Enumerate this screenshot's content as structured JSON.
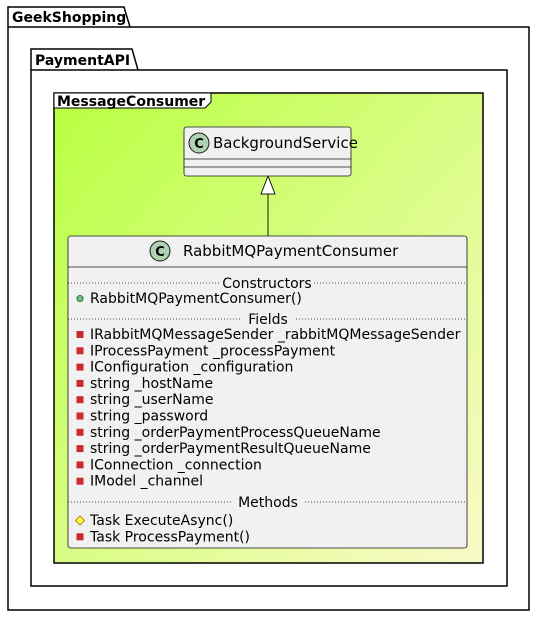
{
  "packages": {
    "outer": "GeekShopping",
    "inner": "PaymentAPI"
  },
  "frame": {
    "name": "MessageConsumer",
    "gradient_start": "#b8ff40",
    "gradient_end": "#fafac8"
  },
  "base_class": {
    "stereotype_letter": "C",
    "name": "BackgroundService"
  },
  "main_class": {
    "stereotype_letter": "C",
    "name": "RabbitMQPaymentConsumer",
    "sections": {
      "constructors": "Constructors",
      "fields": "Fields",
      "methods": "Methods"
    },
    "constructors": [
      {
        "visibility": "public",
        "text": "RabbitMQPaymentConsumer()"
      }
    ],
    "fields": [
      {
        "visibility": "private",
        "text": "IRabbitMQMessageSender _rabbitMQMessageSender"
      },
      {
        "visibility": "private",
        "text": "IProcessPayment _processPayment"
      },
      {
        "visibility": "private",
        "text": "IConfiguration _configuration"
      },
      {
        "visibility": "private",
        "text": "string _hostName"
      },
      {
        "visibility": "private",
        "text": "string _userName"
      },
      {
        "visibility": "private",
        "text": "string _password"
      },
      {
        "visibility": "private",
        "text": "string _orderPaymentProcessQueueName"
      },
      {
        "visibility": "private",
        "text": "string _orderPaymentResultQueueName"
      },
      {
        "visibility": "private",
        "text": "IConnection _connection"
      },
      {
        "visibility": "private",
        "text": "IModel _channel"
      }
    ],
    "methods": [
      {
        "visibility": "protected",
        "text": "Task ExecuteAsync()"
      },
      {
        "visibility": "private",
        "text": "Task ProcessPayment()"
      }
    ]
  },
  "colors": {
    "class_fill": "#f1f1f1",
    "class_border": "#181818",
    "circle_fill": "#add1b2",
    "public_marker": "#84be84",
    "private_marker": "#c82930",
    "protected_marker": "#ffff44",
    "protected_marker_border": "#b38d22"
  }
}
